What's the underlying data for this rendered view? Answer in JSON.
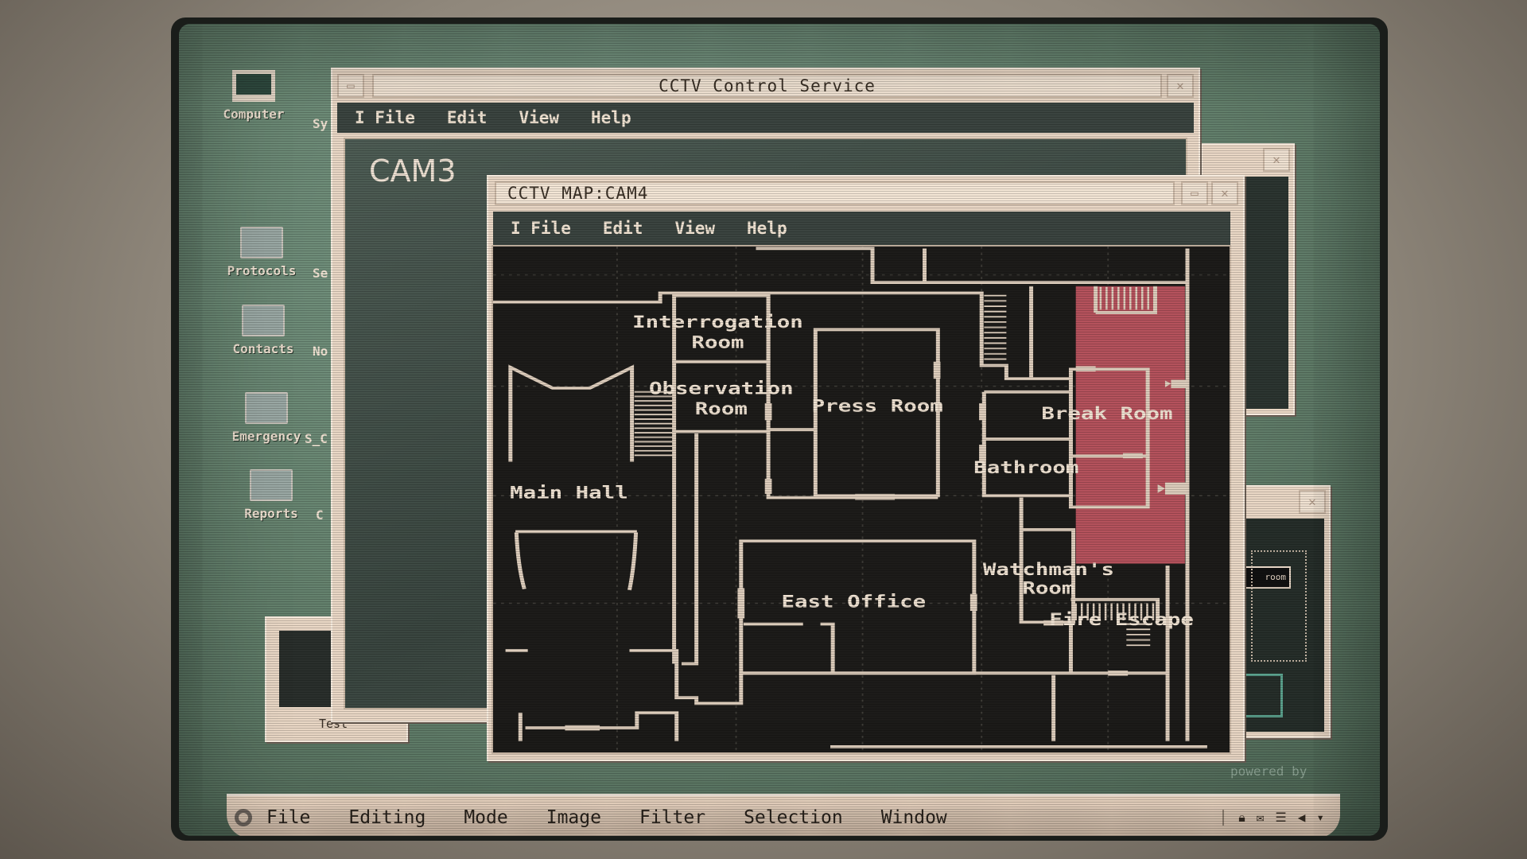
{
  "desktop": {
    "icons": [
      {
        "label": "Computer"
      },
      {
        "label": "Protocols"
      },
      {
        "label": "Contacts"
      },
      {
        "label": "Emergency"
      },
      {
        "label": "Reports"
      }
    ],
    "partial_icons": [
      "Sy",
      "Se",
      "No",
      "S_C",
      "C"
    ],
    "test_window_label": "Test",
    "powered_by": "powered by"
  },
  "control_window": {
    "title": "CCTV Control Service",
    "menu": [
      "I File",
      "Edit",
      "View",
      "Help"
    ],
    "camera_label": "CAM3"
  },
  "map_window": {
    "title": "CCTV MAP:CAM4",
    "menu": [
      "I File",
      "Edit",
      "View",
      "Help"
    ],
    "rooms": {
      "interrogation": [
        "Interrogation",
        "Room"
      ],
      "observation": [
        "Observation",
        "Room"
      ],
      "press": "Press Room",
      "break": "Break Room",
      "bathroom": "Bathroom",
      "main_hall": "Main Hall",
      "east_office": "East Office",
      "watchman": [
        "Watchman's",
        "Room"
      ],
      "fire_escape": "Fire Escape"
    },
    "highlight_color": "#b4525c"
  },
  "side_window": {
    "room_label": "room"
  },
  "taskbar": {
    "items": [
      "File",
      "Editing",
      "Mode",
      "Image",
      "Filter",
      "Selection",
      "Window"
    ],
    "tray_icons": [
      "lock-icon",
      "mail-icon",
      "network-icon",
      "volume-icon",
      "chevron-down-icon"
    ]
  }
}
